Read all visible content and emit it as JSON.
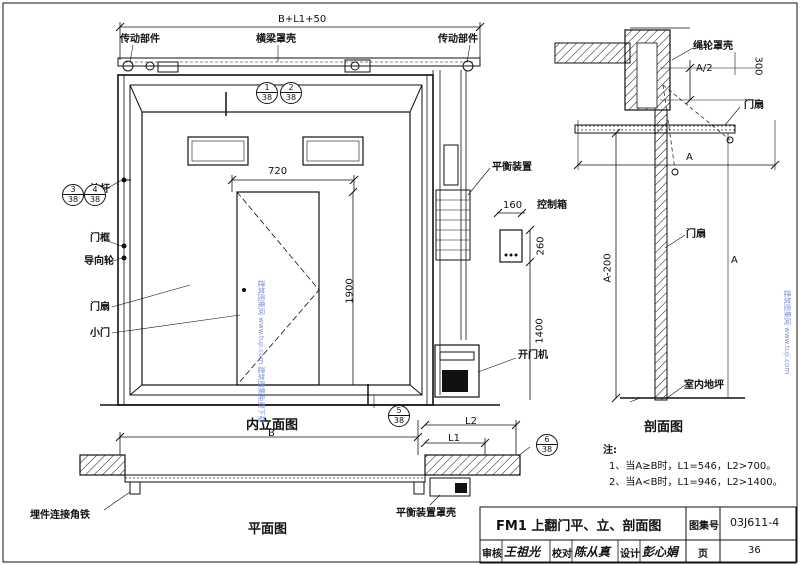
{
  "labels": {
    "drive_left": "传动部件",
    "beam_cover": "横梁罩壳",
    "drive_right": "传动部件",
    "pull_rod": "拉杆",
    "door_frame": "门框",
    "guide_wheel": "导向轮",
    "door_leaf": "门扇",
    "small_door": "小门",
    "balance_device": "平衡装置",
    "control_box": "控制箱",
    "door_opener": "开门机",
    "anchor_angle": "埋件连接角铁",
    "balance_cover": "平衡装置罩壳",
    "rope_wheel_cover": "绳轮罩壳",
    "section_door_leaf_top": "门扇",
    "section_door_leaf": "门扇",
    "indoor_floor": "室内地坪"
  },
  "dims": {
    "overall_width": "B+L1+50",
    "small_door_width": "720",
    "small_door_height": "1900",
    "box_width": "160",
    "box_height": "260",
    "box_elev": "1400",
    "plan_b": "B",
    "plan_l2": "L2",
    "plan_l1": "L1",
    "section_a_half": "A/2",
    "section_a": "A",
    "section_300": "300",
    "section_a200": "A-200",
    "section_a_right": "A"
  },
  "refs": {
    "r1": {
      "top": "1",
      "bottom": "38"
    },
    "r2": {
      "top": "2",
      "bottom": "38"
    },
    "r3": {
      "top": "3",
      "bottom": "38"
    },
    "r4": {
      "top": "4",
      "bottom": "38"
    },
    "r5": {
      "top": "5",
      "bottom": "38"
    },
    "r6": {
      "top": "6",
      "bottom": "38"
    }
  },
  "view_titles": {
    "elevation": "内立面图",
    "plan": "平面图",
    "section": "剖面图"
  },
  "notes": {
    "heading": "注:",
    "line1": "1、当A≥B时，L1=546，L2>700。",
    "line2": "2、当A<B时，L1=946，L2>1400。"
  },
  "title_block": {
    "drawing_title": "FM1 上翻门平、立、剖面图",
    "atlas_label": "图集号",
    "atlas_no": "03J611-4",
    "review_label": "审核",
    "review_sig": "王祖光",
    "check_label": "校对",
    "check_sig": "陈从真",
    "design_label": "设计",
    "design_sig": "彭心娟",
    "page_label": "页",
    "page_no": "36"
  },
  "watermark": {
    "left": "建筑图集网 www.tuji.com 建筑图集免费下载",
    "right": "建筑图集网 www.tuji.com"
  },
  "colors": {
    "line": "#111111",
    "watermark": "#7b8fd6"
  }
}
